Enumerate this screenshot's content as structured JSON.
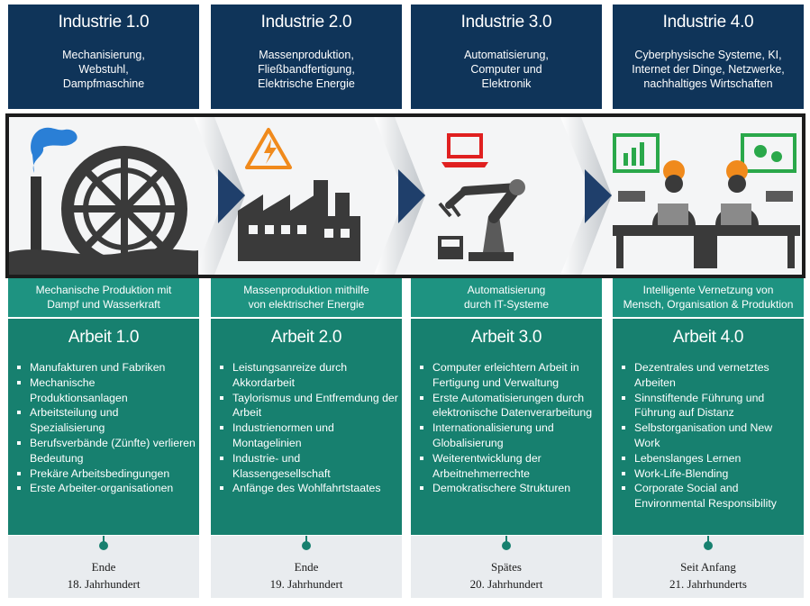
{
  "columns": [
    {
      "title": "Industrie 1.0",
      "desc": [
        "Mechanisierung,",
        "Webstuhl,",
        "Dampfmaschine"
      ],
      "sub": [
        "Mechanische Produktion mit",
        "Dampf und Wasserkraft"
      ],
      "work_title": "Arbeit 1.0",
      "items": [
        "Manufakturen und Fabriken",
        "Mechanische Produktionsanlagen",
        "Arbeitsteilung und Spezialisierung",
        "Berufsverbände (Zünfte) verlieren Bedeutung",
        "Prekäre Arbeitsbedingungen",
        "Erste Arbeiter-organisationen"
      ],
      "era": [
        "Ende",
        "18. Jahrhundert"
      ]
    },
    {
      "title": "Industrie 2.0",
      "desc": [
        "Massenproduktion,",
        "Fließbandfertigung,",
        "Elektrische Energie"
      ],
      "sub": [
        "Massenproduktion mithilfe",
        "von elektrischer Energie"
      ],
      "work_title": "Arbeit 2.0",
      "items": [
        "Leistungsanreize durch Akkordarbeit",
        "Taylorismus und Entfremdung der Arbeit",
        "Industrienormen und Montagelinien",
        "Industrie- und Klassengesellschaft",
        "Anfänge des Wohlfahrtstaates"
      ],
      "era": [
        "Ende",
        "19. Jahrhundert"
      ]
    },
    {
      "title": "Industrie 3.0",
      "desc": [
        "Automatisierung,",
        "Computer und",
        "Elektronik"
      ],
      "sub": [
        "Automatisierung",
        "durch IT-Systeme"
      ],
      "work_title": "Arbeit 3.0",
      "items": [
        "Computer erleichtern Arbeit in Fertigung und Verwaltung",
        "Erste Automatisierungen durch elektronische Datenverarbeitung",
        "Internationalisierung und Globalisierung",
        "Weiterentwicklung der Arbeitnehmerrechte",
        "Demokratischere Strukturen"
      ],
      "era": [
        "Spätes",
        "20. Jahrhundert"
      ]
    },
    {
      "title": "Industrie 4.0",
      "desc": [
        "Cyberphysische Systeme, KI,",
        "Internet der Dinge, Netzwerke,",
        "nachhaltiges Wirtschaften"
      ],
      "sub": [
        "Intelligente Vernetzung von",
        "Mensch, Organisation & Produktion"
      ],
      "work_title": "Arbeit 4.0",
      "items": [
        "Dezentrales und vernetztes Arbeiten",
        "Sinnstiftende Führung und Führung auf Distanz",
        "Selbstorganisation und New Work",
        "Lebenslanges Lernen",
        "Work-Life-Blending",
        "Corporate Social and Environmental Responsibility"
      ],
      "era": [
        "Seit Anfang",
        "21. Jahrhunderts"
      ]
    }
  ],
  "colors": {
    "header": "#0f3459",
    "subbar": "#1e9381",
    "work": "#17806f",
    "era_bg": "#e9ecef",
    "arrow": "#1f3f6b",
    "hazard": "#f08a1c",
    "laptop": "#e02020",
    "screen": "#2aa84a",
    "helmet": "#f08a1c",
    "smoke": "#2a7fd6"
  },
  "icons": [
    "waterwheel-icon",
    "smokestack-icon",
    "factory-icon",
    "high-voltage-icon",
    "robot-arm-icon",
    "laptop-icon",
    "workers-at-desk-icon",
    "dashboard-screen-icon"
  ]
}
